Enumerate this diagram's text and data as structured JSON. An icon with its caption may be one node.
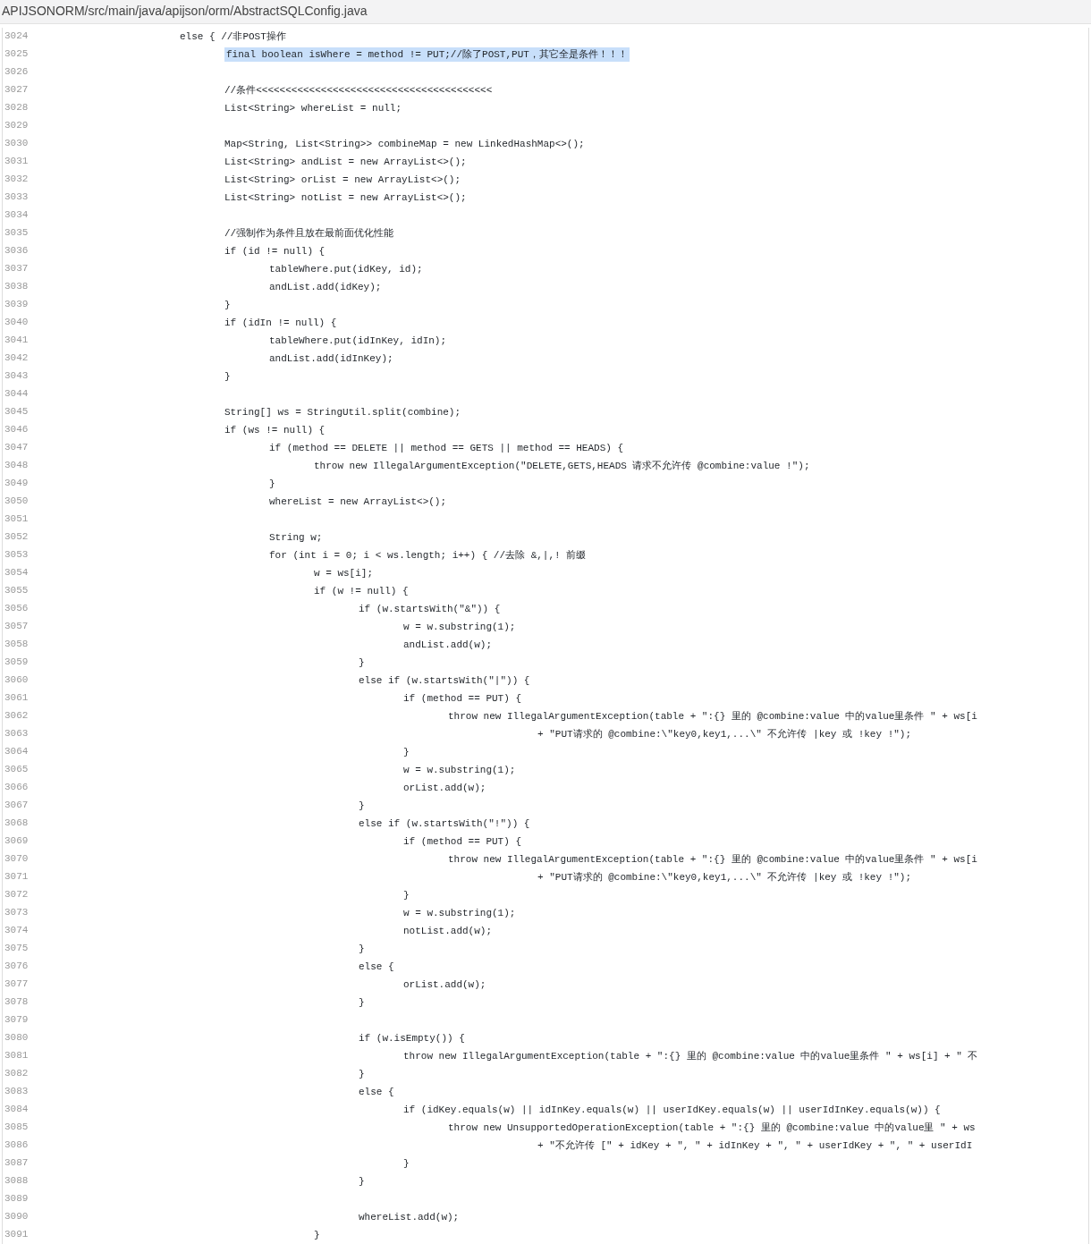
{
  "diagram": {
    "labels": [
      "APIJSONORM/src/main/java/apijson/orm/AbstractSQLConfig.java",
      "3024",
      "else { //非POST操作",
      "3025",
      "final boolean isWhere = method != PUT;//除了POST,PUT，其它全是条件！！！",
      "3026",
      "3027",
      "//条件<<<<<<<<<<<<<<<<<<<<<<<<<<<<<<<<<<<<<<<<",
      "3028",
      "List<String> whereList = null;",
      "3029",
      "3030",
      "Map<String, List<String>> combineMap = new LinkedHashMap<>();",
      "3031",
      "List<String> andList = new ArrayList<>();",
      "3032",
      "List<String> orList = new ArrayList<>();",
      "3033",
      "List<String> notList = new ArrayList<>();",
      "3034",
      "3035",
      "//强制作为条件且放在最前面优化性能",
      "3036",
      "if (id != null) {",
      "3037",
      "tableWhere.put(idKey, id);",
      "3038",
      "andList.add(idKey);",
      "3039",
      "}",
      "3040",
      "if (idIn != null) {",
      "3041",
      "tableWhere.put(idInKey, idIn);",
      "3042",
      "andList.add(idInKey);",
      "3043",
      "}",
      "3044",
      "3045",
      "String[] ws = StringUtil.split(combine);",
      "3046",
      "if (ws != null) {",
      "3047",
      "if (method == DELETE || method == GETS || method == HEADS) {",
      "3048",
      "throw new IllegalArgumentException(\"DELETE,GETS,HEADS 请求不允许传 @combine:value !\");",
      "3049",
      "}",
      "3050",
      "whereList = new ArrayList<>();",
      "3051",
      "3052",
      "String w;",
      "3053",
      "for (int i = 0; i < ws.length; i++) { //去除 &,|,! 前缀",
      "3054",
      "w = ws[i];",
      "3055",
      "if (w != null) {",
      "3056",
      "if (w.startsWith(\"&\")) {",
      "3057",
      "w = w.substring(1);",
      "3058",
      "andList.add(w);",
      "3059",
      "}",
      "3060",
      "else if (w.startsWith(\"|\")) {",
      "3061",
      "if (method == PUT) {",
      "3062",
      "throw new IllegalArgumentException(table + \":{} 里的 @combine:value 中的value里条件 \" + ws[i",
      "3063",
      "+ \"PUT请求的 @combine:\\\"key0,key1,...\\\" 不允许传 |key 或 !key !\");",
      "3064",
      "}",
      "3065",
      "w = w.substring(1);",
      "3066",
      "orList.add(w);",
      "3067",
      "}",
      "3068",
      "else if (w.startsWith(\"!\")) {",
      "3069",
      "if (method == PUT) {",
      "3070",
      "throw new IllegalArgumentException(table + \":{} 里的 @combine:value 中的value里条件 \" + ws[i",
      "3071",
      "+ \"PUT请求的 @combine:\\\"key0,key1,...\\\" 不允许传 |key 或 !key !\");",
      "3072",
      "}",
      "3073",
      "w = w.substring(1);",
      "3074",
      "notList.add(w);",
      "3075",
      "}",
      "3076",
      "else {",
      "3077",
      "orList.add(w);",
      "3078",
      "}",
      "3079",
      "3080",
      "if (w.isEmpty()) {",
      "3081",
      "throw new IllegalArgumentException(table + \":{} 里的 @combine:value 中的value里条件 \" + ws[i] + \" 不",
      "3082",
      "}",
      "3083",
      "else {",
      "3084",
      "if (idKey.equals(w) || idInKey.equals(w) || userIdKey.equals(w) || userIdInKey.equals(w)) {",
      "3085",
      "throw new UnsupportedOperationException(table + \":{} 里的 @combine:value 中的value里 \" + ws",
      "3086",
      "+ \"不允许传 [\" + idKey + \", \" + idInKey + \", \" + userIdKey + \", \" + userIdI",
      "3087",
      "}",
      "3088",
      "}",
      "3089",
      "3090",
      "whereList.add(w);",
      "3091",
      "}"
    ]
  }
}
